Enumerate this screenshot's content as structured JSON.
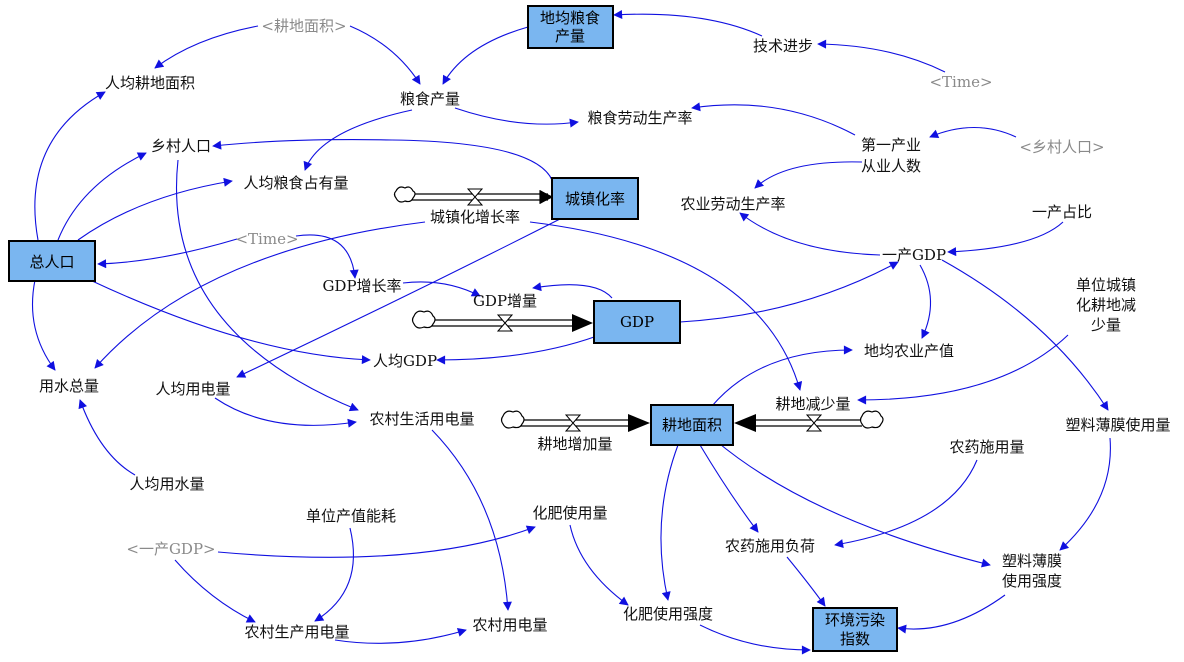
{
  "stocks": {
    "total_population": "总人口",
    "urbanization_rate": "城镇化率",
    "gdp": "GDP",
    "arable_land_area": "耕地面积",
    "grain_yield_per_land": [
      "地均粮食",
      "产量"
    ],
    "pollution_index": [
      "环境污染",
      "指数"
    ]
  },
  "flows": {
    "urbanization_growth_rate": "城镇化增长率",
    "gdp_increase": "GDP增量",
    "arable_land_increase": "耕地增加量",
    "arable_land_decrease": "耕地减少量"
  },
  "variables": {
    "per_capita_arable_land": "人均耕地面积",
    "grain_output": "粮食产量",
    "tech_progress": "技术进步",
    "rural_population": "乡村人口",
    "per_capita_grain": "人均粮食占有量",
    "grain_labor_productivity": "粮食劳动生产率",
    "primary_industry_workers": [
      "第一产业",
      "从业人数"
    ],
    "agri_labor_productivity": "农业劳动生产率",
    "primary_share": "一产占比",
    "primary_gdp": "一产GDP",
    "gdp_growth_rate": "GDP增长率",
    "water_total": "用水总量",
    "per_capita_electricity": "人均用电量",
    "per_capita_gdp": "人均GDP",
    "rural_domestic_electricity": "农村生活用电量",
    "per_capita_water": "人均用水量",
    "unit_output_energy": "单位产值能耗",
    "fertilizer_use": "化肥使用量",
    "rural_production_electricity": "农村生产用电量",
    "rural_electricity": "农村用电量",
    "fertilizer_intensity": "化肥使用强度",
    "agri_output_per_land": "地均农业产值",
    "urban_land_reduction_unit": [
      "单位城镇",
      "化耕地减",
      "少量"
    ],
    "plastic_film_use": "塑料薄膜使用量",
    "pesticide_use": "农药施用量",
    "pesticide_load": "农药施用负荷",
    "plastic_film_intensity": [
      "塑料薄膜",
      "使用强度"
    ]
  },
  "shadows": {
    "arable_land_area": "<耕地面积>",
    "time_top": "<Time>",
    "rural_population": "<乡村人口>",
    "time_left": "<Time>",
    "primary_gdp": "<一产GDP>"
  }
}
